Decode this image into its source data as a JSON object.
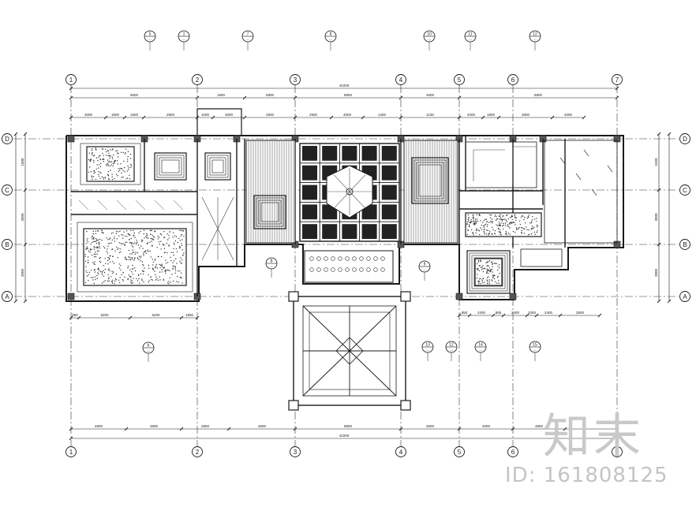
{
  "grid": {
    "columns": [
      "1",
      "2",
      "3",
      "4",
      "5",
      "6",
      "7"
    ],
    "rows": [
      "D",
      "C",
      "B",
      "A"
    ]
  },
  "dimensions": {
    "top_total": "42200",
    "bottom_total": "42200",
    "top_segments": [
      "5600",
      "1900",
      "5800",
      "8800",
      "4500",
      "5800"
    ],
    "top_sub": [
      "3000",
      "1500",
      "1500",
      "2800",
      "1000",
      "3000",
      "2900",
      "2900",
      "4500",
      "1400",
      "1100",
      "4000",
      "1800",
      "2800",
      "4000"
    ],
    "bottom_segments": [
      "4800",
      "4800",
      "2800",
      "4500",
      "8800",
      "4500",
      "4000",
      "4800"
    ],
    "left_segments": [
      "1800",
      "3000",
      "3000"
    ],
    "right_segments": [
      "1500",
      "3000",
      "3800"
    ],
    "under_left": [
      "850",
      "5200",
      "5200",
      "1800"
    ],
    "under_right": [
      "850",
      "2400",
      "850",
      "2400",
      "1000",
      "2400",
      "2800"
    ]
  },
  "callouts": {
    "top": [
      "5",
      "1",
      "7",
      "8",
      "10",
      "11",
      "12"
    ],
    "mid": [
      "6",
      "8",
      "9",
      "13",
      "12",
      "14",
      "15"
    ]
  },
  "watermark": {
    "logo": "知末",
    "id": "ID: 161808125"
  }
}
